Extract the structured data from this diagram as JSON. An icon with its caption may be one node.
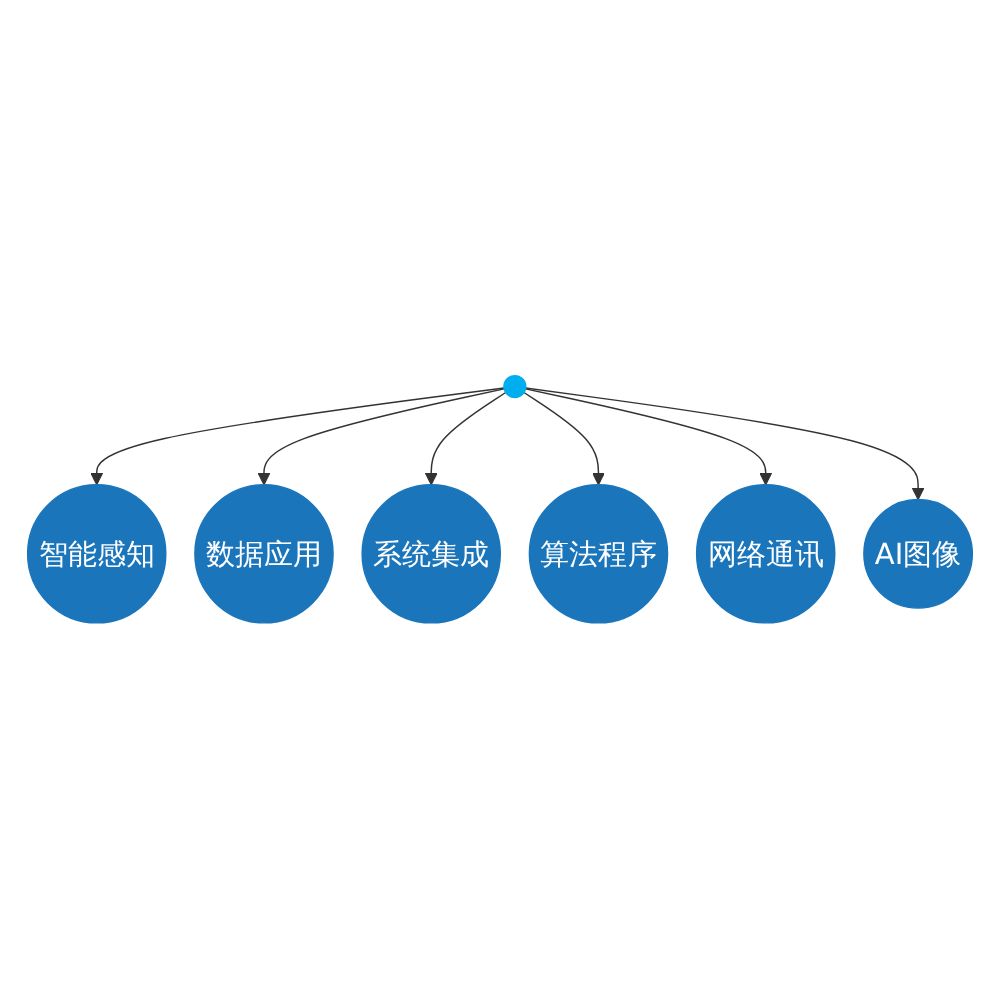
{
  "diagram": {
    "nodes": [
      {
        "text": [
          "智能感知"
        ]
      },
      {
        "text": [],
        "shape": "circle"
      },
      {
        "text": [
          "数据应用"
        ]
      },
      {
        "text": [
          "系统集成"
        ]
      },
      {
        "text": [
          "算法程序"
        ]
      },
      {
        "text": [
          "网络通讯"
        ]
      },
      {
        "text": [
          "AI图像"
        ]
      }
    ],
    "edges": [
      {
        "from": 1,
        "to": 0,
        "arrow": "to"
      },
      {
        "from": 1,
        "to": 2,
        "arrow": "to"
      },
      {
        "from": 1,
        "to": 3,
        "arrow": "to"
      },
      {
        "from": 1,
        "to": 4,
        "arrow": "to"
      },
      {
        "from": 1,
        "to": 5,
        "arrow": "to"
      },
      {
        "from": 1,
        "to": 6,
        "arrow": "to"
      }
    ]
  }
}
